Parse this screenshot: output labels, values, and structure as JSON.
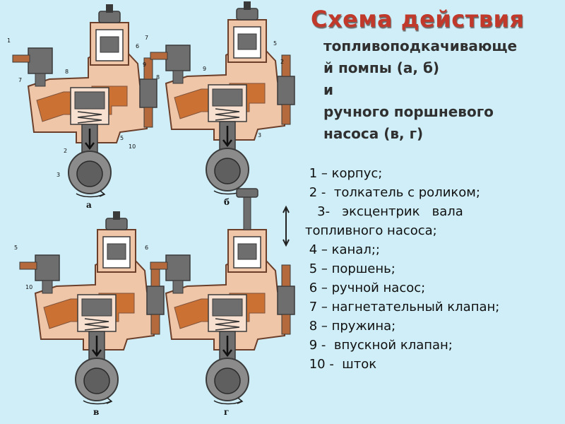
{
  "title": "Схема действия",
  "subtitle_lines": [
    "топливоподкачивающе",
    "й помпы (а, б)",
    "и",
    "ручного поршневого",
    "насоса (в, г)"
  ],
  "legend": [
    " 1 – корпус;",
    " 2 -  толкатель с роликом;",
    "   3-   эксцентрик   вала",
    "топливного насоса;",
    " 4 – канал;;",
    " 5 – поршень;",
    " 6 – ручной насос;",
    " 7 – нагнетательный клапан;",
    " 8 – пружина;",
    " 9 -  впускной клапан;",
    " 10 -  шток"
  ],
  "figures": [
    {
      "label": "а",
      "callouts": [
        "1",
        "7",
        "8",
        "6",
        "9",
        "5",
        "10",
        "2",
        "3"
      ]
    },
    {
      "label": "б",
      "callouts": [
        "7",
        "8",
        "9",
        "5",
        "2",
        "3"
      ]
    },
    {
      "label": "в",
      "callouts": [
        "5",
        "10"
      ]
    },
    {
      "label": "г",
      "callouts": [
        "6"
      ]
    }
  ],
  "colors": {
    "background": "#cfeef8",
    "title": "#c0392b",
    "body_fill": "#f0c6a8",
    "body_outline": "#6b3f2a",
    "fuel_channel": "#c5631f",
    "metal": "#6e6e6e",
    "metal_dark": "#3a3a3a"
  },
  "icons": [
    "eccentric-cam-icon",
    "knurled-knob-icon",
    "motion-arrow-icon",
    "rotation-arrow-icon"
  ]
}
